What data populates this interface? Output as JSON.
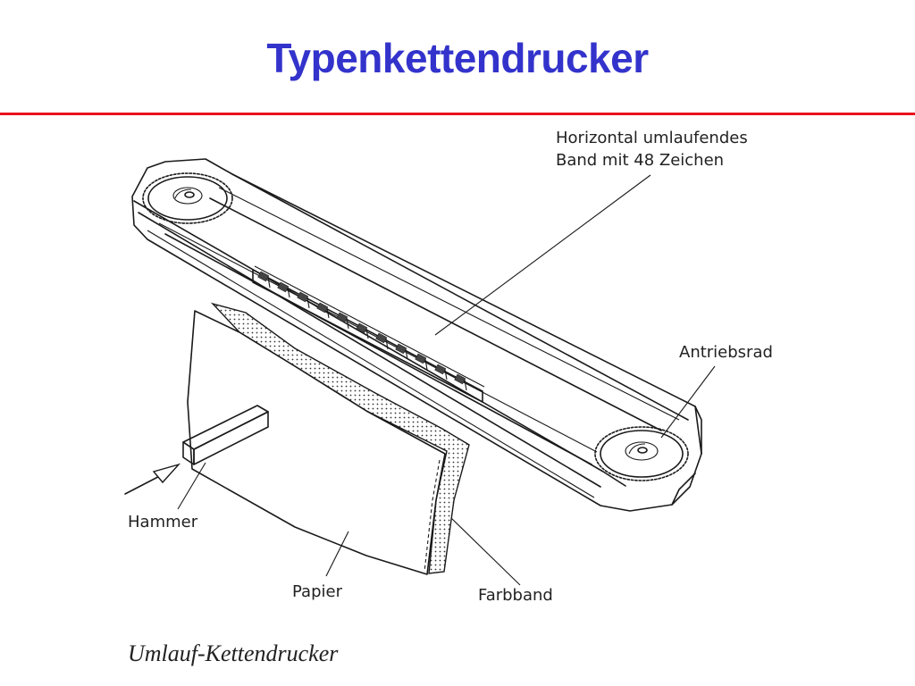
{
  "slide": {
    "title": "Typenkettendrucker",
    "title_color": "#3333cc",
    "rule_color": "#e8121c"
  },
  "diagram": {
    "labels": {
      "band_line1": "Horizontal umlaufendes",
      "band_line2": "Band mit 48 Zeichen",
      "drive_wheel": "Antriebsrad",
      "hammer": "Hammer",
      "paper": "Papier",
      "ribbon": "Farbband"
    },
    "caption": "Umlauf-Kettendrucker"
  }
}
